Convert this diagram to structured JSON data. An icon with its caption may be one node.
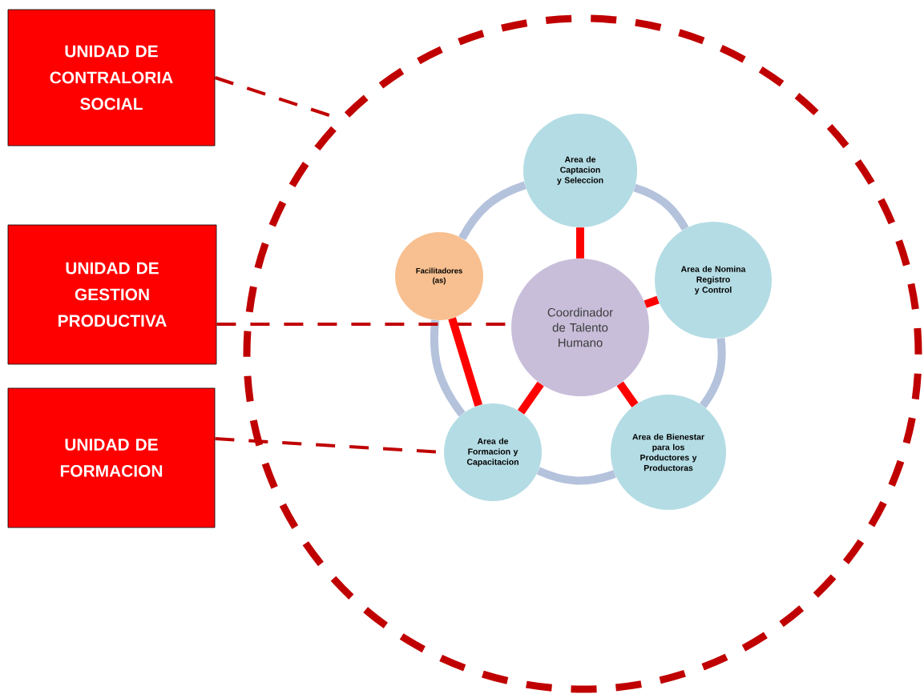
{
  "diagram": {
    "nodes": [
      {
        "text": [
          "UNIDAD DE CONTRALORIA SOCIAL"
        ]
      },
      {
        "text": [
          "UNIDAD DE GESTION PRODUCTIVA"
        ]
      },
      {
        "text": [
          "UNIDAD DE FORMACION"
        ]
      },
      {
        "text": [],
        "shape": "circle"
      },
      {
        "text": [
          "Coordinador de Talento Humano"
        ],
        "in": 3
      },
      {
        "text": [
          "Area de Captacion y Seleccion"
        ],
        "in": 3
      },
      {
        "text": [
          "Area de Nomina Registro y Control"
        ],
        "in": 3
      },
      {
        "text": [
          "Area de Bienestar para los Productores y Productoras"
        ],
        "in": 3
      },
      {
        "text": [
          "Area de Formacion y Capacitacion"
        ],
        "in": 3
      },
      {
        "text": [
          "Facilitadores (as)"
        ],
        "in": 3
      }
    ],
    "edges": [
      {
        "from": 0,
        "to": 3,
        "arrow": "none",
        "style": "dashed",
        "color": "#c00000"
      },
      {
        "from": 1,
        "to": 4,
        "arrow": "none",
        "style": "dashed",
        "color": "#c00000"
      },
      {
        "from": 2,
        "to": 8,
        "arrow": "none",
        "style": "dashed",
        "color": "#c00000"
      },
      {
        "from": 5,
        "to": 4,
        "arrow": "none",
        "color": "#ff0000"
      },
      {
        "from": 6,
        "to": 4,
        "arrow": "none",
        "color": "#ff0000"
      },
      {
        "from": 7,
        "to": 4,
        "arrow": "none",
        "color": "#ff0000"
      },
      {
        "from": 8,
        "to": 4,
        "arrow": "none",
        "color": "#ff0000"
      },
      {
        "from": 9,
        "to": 8,
        "arrow": "none",
        "color": "#ff0000"
      },
      {
        "from": 5,
        "to": 6,
        "arrow": "none",
        "color": "#b4c2dc"
      },
      {
        "from": 6,
        "to": 7,
        "arrow": "none",
        "color": "#b4c2dc"
      },
      {
        "from": 7,
        "to": 8,
        "arrow": "none",
        "color": "#b4c2dc"
      },
      {
        "from": 8,
        "to": 9,
        "arrow": "none",
        "color": "#b4c2dc"
      },
      {
        "from": 9,
        "to": 5,
        "arrow": "none",
        "color": "#b4c2dc"
      }
    ]
  }
}
